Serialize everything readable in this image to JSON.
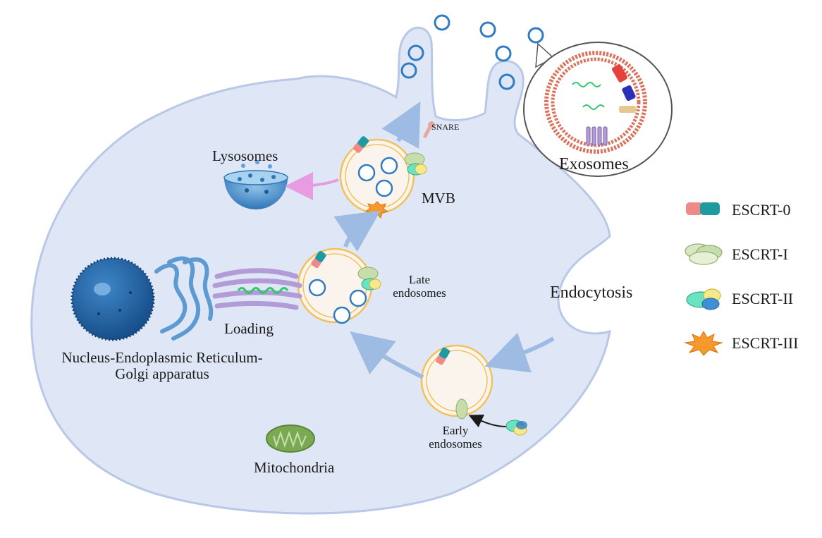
{
  "labels": {
    "lysosomes": "Lysosomes",
    "mvb": "MVB",
    "snare": "SNARE",
    "exosomes": "Exosomes",
    "late_endosomes_line1": "Late",
    "late_endosomes_line2": "endosomes",
    "loading": "Loading",
    "endocytosis": "Endocytosis",
    "nucleus_line1": "Nucleus-Endoplasmic Reticulum-",
    "nucleus_line2": "Golgi apparatus",
    "early_endosomes_line1": "Early",
    "early_endosomes_line2": "endosomes",
    "mitochondria": "Mitochondria"
  },
  "legend": [
    {
      "id": "escrt0",
      "label": "ESCRT-0"
    },
    {
      "id": "escrt1",
      "label": "ESCRT-I"
    },
    {
      "id": "escrt2",
      "label": "ESCRT-II"
    },
    {
      "id": "escrt3",
      "label": "ESCRT-III"
    }
  ],
  "colors": {
    "cell_fill": "#dfe7f6",
    "cell_stroke": "#b9c8e6",
    "membrane_orange": "#f3c15a",
    "vesicle_blue": "#2f7cc2",
    "arrow_blue": "#9dbbe3",
    "arrow_pink": "#e79be0",
    "nucleus": "#1f5f9f",
    "er": "#5e9ad2",
    "golgi": "#b29bd6",
    "rna_green": "#2ec86a",
    "mito_green": "#7ba853",
    "escrt0_red": "#f08a8a",
    "escrt0_teal": "#1f9aa0",
    "escrt1_green": "#c7deac",
    "escrt2_cyan": "#69e3c0",
    "escrt3_orange": "#f59a2a"
  }
}
